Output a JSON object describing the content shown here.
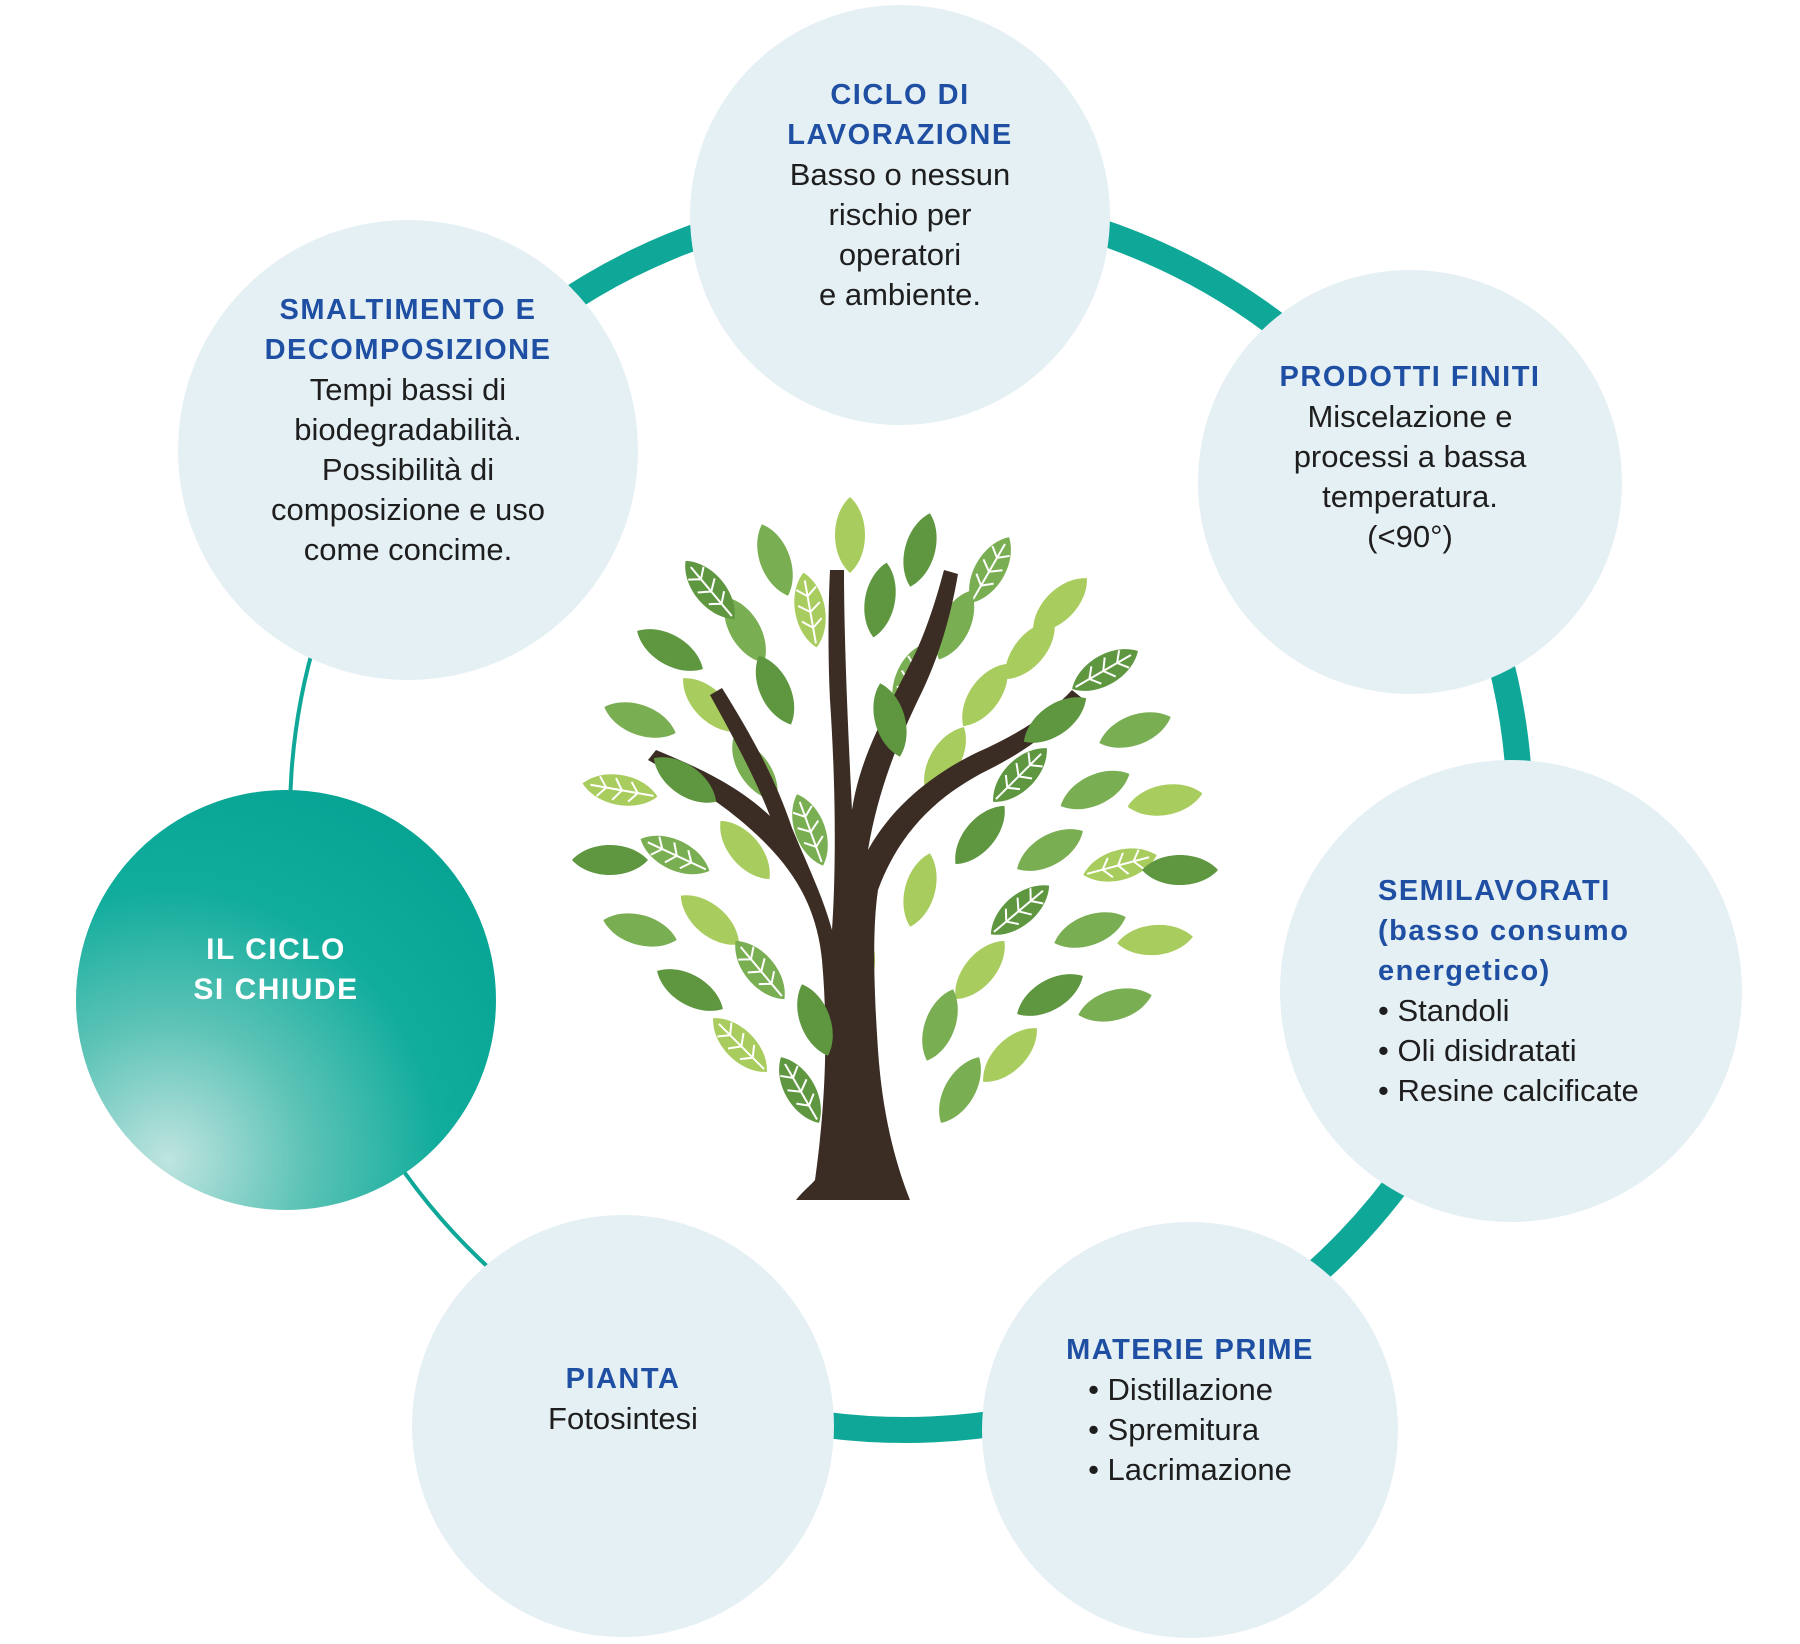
{
  "colors": {
    "ring": "#0fa898",
    "node_fill": "#e5f0f4",
    "title_text": "#1f4fa3",
    "body_text": "#1e1e1e",
    "closing_node": "#00a393",
    "trunk": "#3b2d24",
    "leaf_dark": "#5f9741",
    "leaf_mid": "#7aae52",
    "leaf_light": "#a9cc5e"
  },
  "nodes": {
    "ciclo": {
      "title_lines": [
        "CICLO DI",
        "LAVORAZIONE"
      ],
      "body_lines": [
        "Basso o nessun",
        "rischio per",
        "operatori",
        "e ambiente."
      ]
    },
    "prodotti": {
      "title_lines": [
        "PRODOTTI FINITI"
      ],
      "body_lines": [
        "Miscelazione e",
        "processi a bassa",
        "temperatura.",
        "(<90°)"
      ]
    },
    "semilavorati": {
      "title_lines": [
        "SEMILAVORATI",
        "(basso consumo",
        "energetico)"
      ],
      "bullets": [
        "• Standoli",
        "• Oli disidratati",
        "• Resine calcificate"
      ]
    },
    "materie": {
      "title_lines": [
        "MATERIE PRIME"
      ],
      "bullets": [
        "• Distillazione",
        "• Spremitura",
        "• Lacrimazione"
      ]
    },
    "pianta": {
      "title_lines": [
        "PIANTA"
      ],
      "body_lines": [
        "Fotosintesi"
      ]
    },
    "chiude": {
      "title_lines": [
        "IL CICLO",
        "SI CHIUDE"
      ]
    },
    "smaltimento": {
      "title_lines": [
        "SMALTIMENTO E",
        "DECOMPOSIZIONE"
      ],
      "body_lines": [
        "Tempi bassi di",
        "biodegradabilità.",
        "Possibilità di",
        "composizione e uso",
        "come concime."
      ]
    }
  },
  "tree_icon": "tree-with-leaves-icon"
}
